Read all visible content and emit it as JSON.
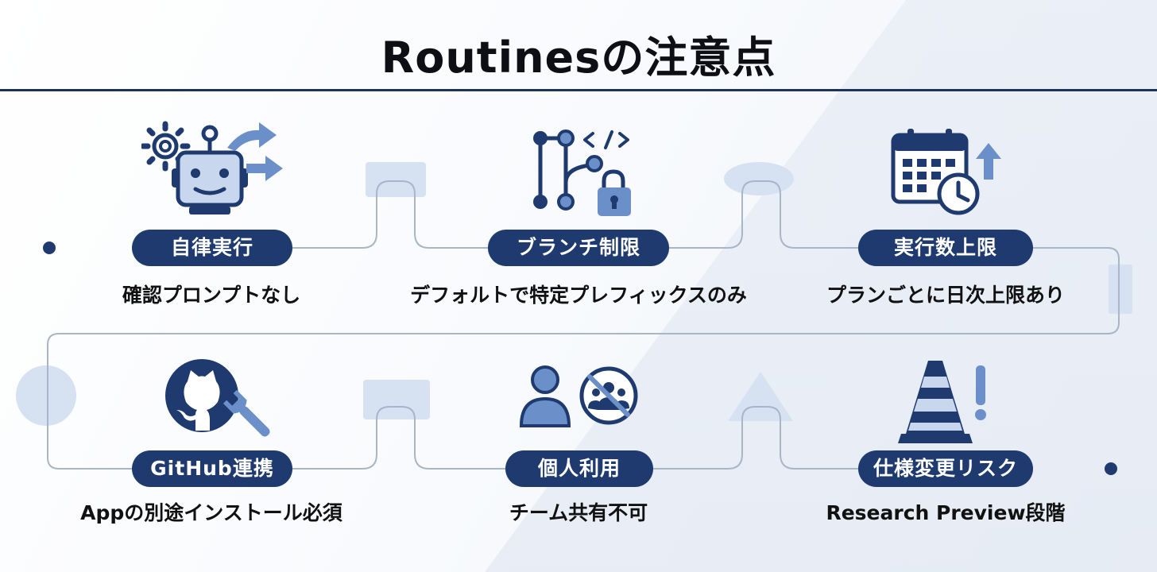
{
  "title": "Routinesの注意点",
  "colors": {
    "navy": "#1e3a6e",
    "accent": "#6b8fc9",
    "line": "#a9b6c8",
    "decor": "#d6e1f2"
  },
  "items": [
    {
      "label": "自律実行",
      "description": "確認プロンプトなし",
      "icon": "robot-gear-arrows-icon"
    },
    {
      "label": "ブランチ制限",
      "description": "デフォルトで特定プレフィックスのみ",
      "icon": "git-branch-lock-icon"
    },
    {
      "label": "実行数上限",
      "description": "プランごとに日次上限あり",
      "icon": "calendar-clock-icon"
    },
    {
      "label": "GitHub連携",
      "description": "Appの別途インストール必須",
      "icon": "github-wrench-icon"
    },
    {
      "label": "個人利用",
      "description": "チーム共有不可",
      "icon": "user-no-team-icon"
    },
    {
      "label": "仕様変更リスク",
      "description": "Research Preview段階",
      "icon": "traffic-cone-alert-icon"
    }
  ]
}
